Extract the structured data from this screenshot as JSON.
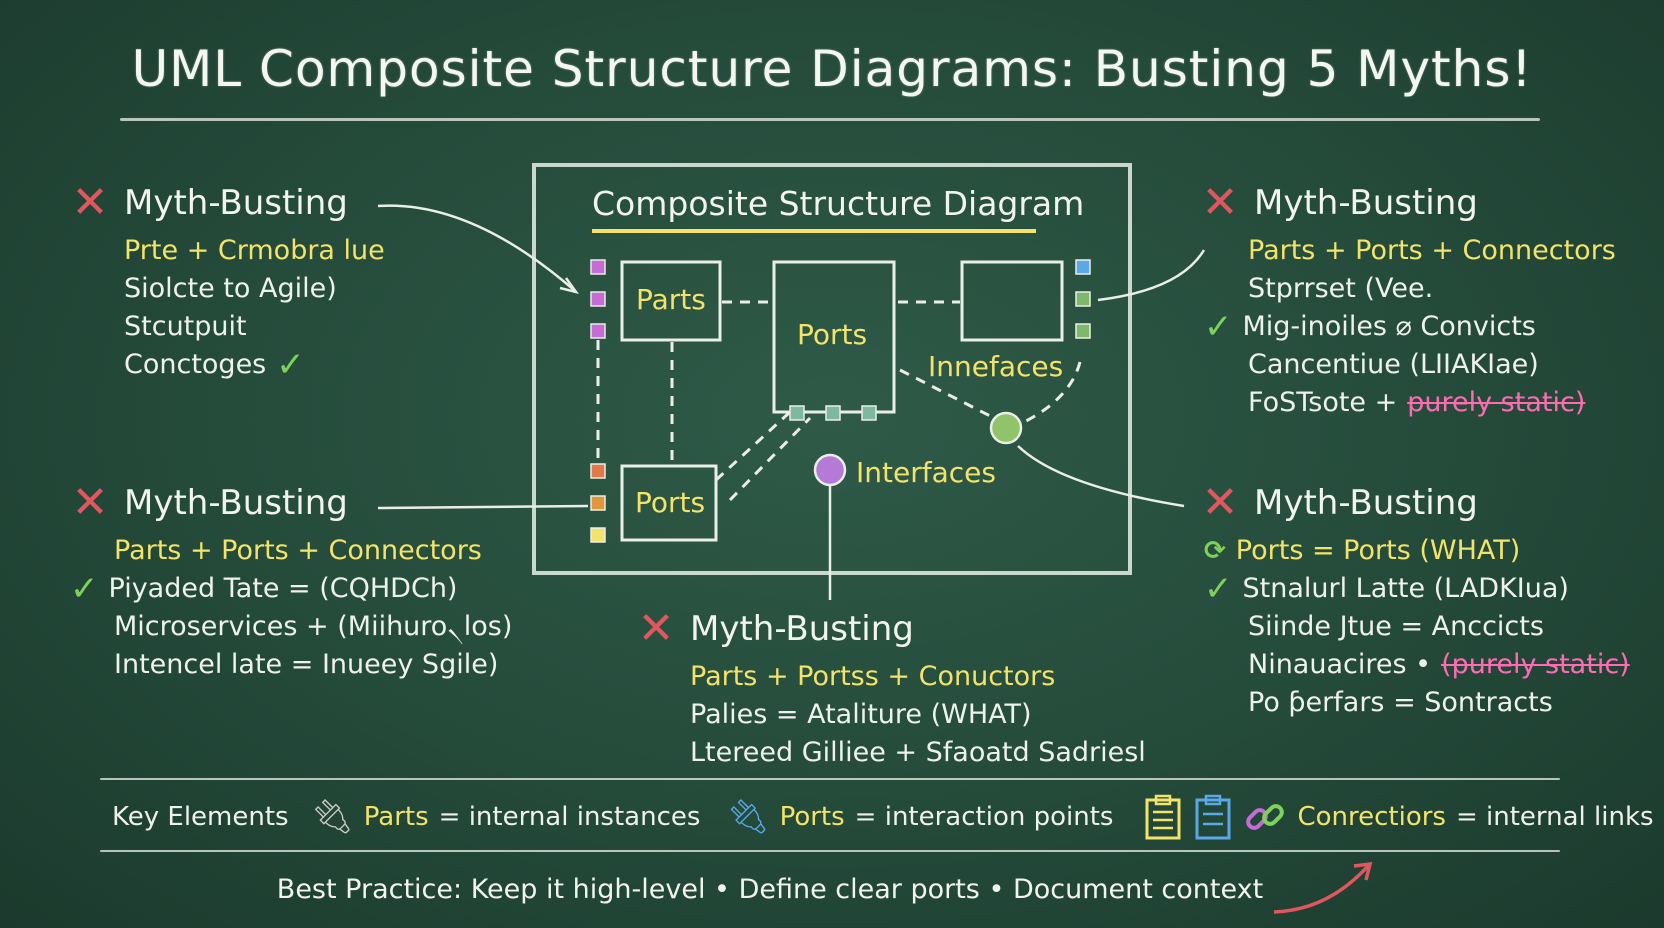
{
  "title": "UML Composite Structure Diagrams: Busting 5 Myths!",
  "diagram": {
    "title": "Composite Structure Diagram",
    "parts_label": "Parts",
    "ports_label_center": "Ports",
    "innefaces_label": "Innefaces",
    "ports_label_lower": "Ports",
    "interfaces_label": "Interfaces"
  },
  "myths": [
    {
      "heading": "Myth-Busting",
      "lines": [
        "Prte + Crmobra lue",
        "Siolcte to Agile)",
        "Stcutpuit",
        "Conctoges"
      ]
    },
    {
      "heading": "Myth-Busting",
      "lines": [
        "Parts + Ports + Connectors",
        "Stprrset (Vee.",
        "Mig-inoiles ⌀ Convicts",
        "Cancentiue (LIIAKIae)",
        "FoSTsote +",
        "purely static)"
      ]
    },
    {
      "heading": "Myth-Busting",
      "lines": [
        "Parts + Ports + Connectors",
        "Piyaded Tate = (CQHDCh)",
        "Microservices + (Miihuro৲los)",
        "Intencel late = Inueey Sgile)"
      ]
    },
    {
      "heading": "Myth-Busting",
      "lines": [
        "Ports = Ports (WHAT)",
        "Stnalurl Latte (LADKIua)",
        "Siinde Jtue = Anccicts",
        "Ninauacires •",
        "(purely static)",
        "Po ƥerfars = Sontracts"
      ]
    },
    {
      "heading": "Myth-Busting",
      "lines": [
        "Parts + Portss + Conuctors",
        "Palies = Ataliture (WHAT)",
        "Ltereed Gilliee + Sfaoatd Sadriesl"
      ]
    }
  ],
  "key": {
    "label": "Key Elements",
    "parts_term": "Parts",
    "parts_desc": "= internal instances",
    "ports_term": "Ports",
    "ports_desc": "= interaction points",
    "connectors_term": "Conrectiors",
    "connectors_desc": "= internal links"
  },
  "best_practice": "Best Practice: Keep it high-level • Define clear ports • Document context",
  "colors": {
    "board": "#244a3a",
    "chalk": "#eef2ec",
    "yellow": "#f3e36a",
    "red": "#e2575f",
    "green": "#7fd15a",
    "pink": "#ff6bb0"
  },
  "icons": [
    "x-mark-icon",
    "check-icon",
    "plug-icon",
    "clipboard-icon",
    "link-icon",
    "arrow-icon"
  ]
}
